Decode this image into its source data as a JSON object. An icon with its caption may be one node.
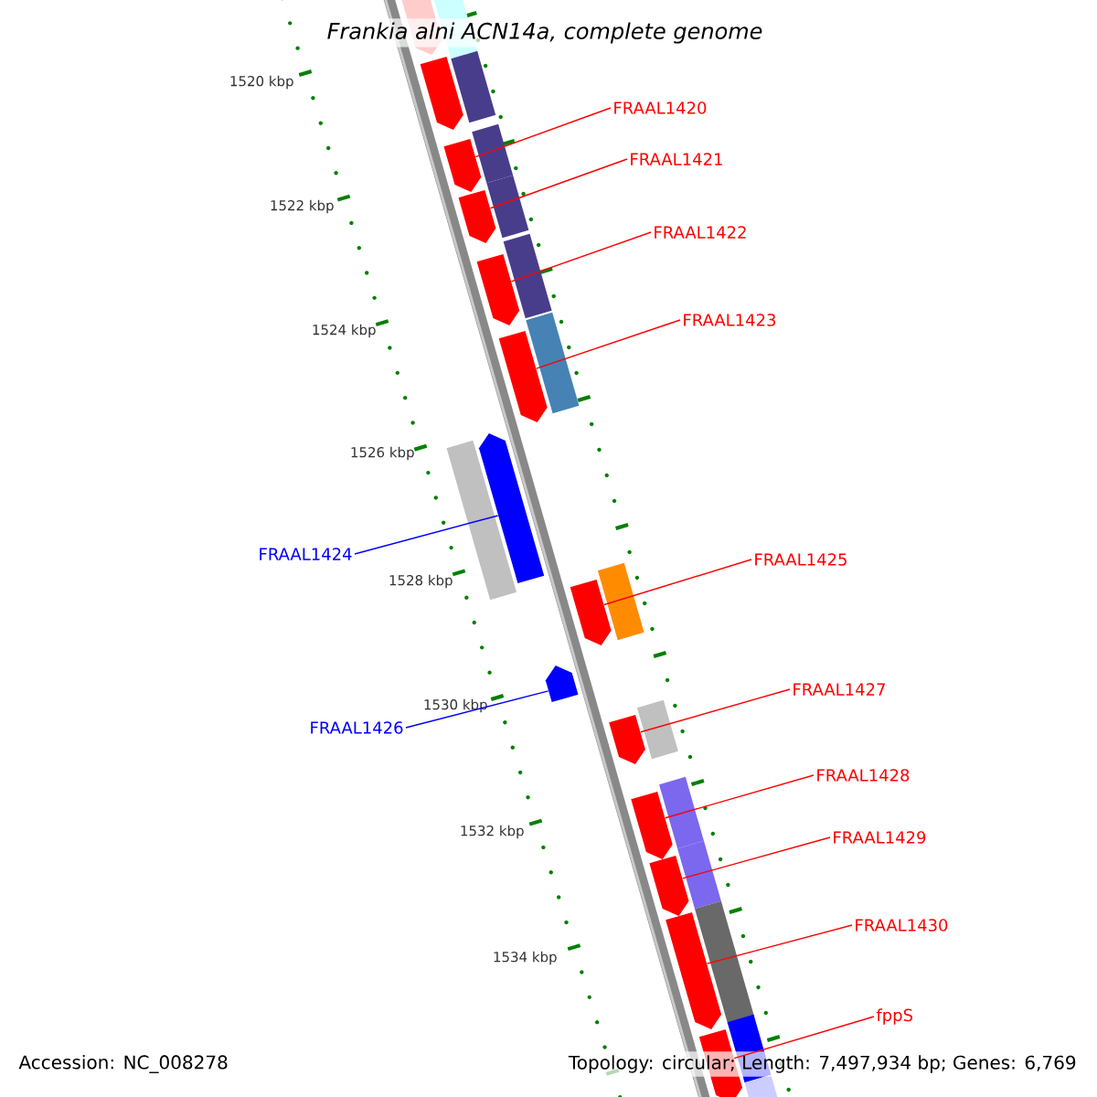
{
  "diagram": {
    "title": "Frankia alni ACN14a, complete genome",
    "nodes": [
      {
        "text": [
          "FRAAL1420"
        ]
      },
      {
        "text": [],
        "shape": "arrow"
      },
      {
        "text": [
          "FRAAL1421"
        ]
      },
      {
        "text": [],
        "shape": "arrow"
      },
      {
        "text": [
          "FRAAL1422"
        ]
      },
      {
        "text": [],
        "shape": "arrow"
      },
      {
        "text": [
          "FRAAL1423"
        ]
      },
      {
        "text": [],
        "shape": "arrow"
      },
      {
        "text": [
          "FRAAL1424"
        ]
      },
      {
        "text": [],
        "shape": "arrow"
      },
      {
        "text": [
          "FRAAL1425"
        ]
      },
      {
        "text": [],
        "shape": "arrow"
      },
      {
        "text": [
          "FRAAL1426"
        ]
      },
      {
        "text": [],
        "shape": "arrow"
      },
      {
        "text": [
          "FRAAL1427"
        ]
      },
      {
        "text": [],
        "shape": "arrow"
      },
      {
        "text": [
          "FRAAL1428"
        ]
      },
      {
        "text": [],
        "shape": "arrow"
      },
      {
        "text": [
          "FRAAL1429"
        ]
      },
      {
        "text": [],
        "shape": "arrow"
      },
      {
        "text": [
          "FRAAL1430"
        ]
      },
      {
        "text": [],
        "shape": "arrow"
      },
      {
        "text": [
          "fppS"
        ]
      },
      {
        "text": [],
        "shape": "arrow"
      },
      {
        "text": [],
        "shape": "arrow"
      },
      {
        "text": [],
        "shape": "box"
      }
    ],
    "edges": [
      {
        "from": 0,
        "to": 1,
        "arrow": "none"
      },
      {
        "from": 2,
        "to": 3,
        "arrow": "none"
      },
      {
        "from": 4,
        "to": 5,
        "arrow": "none"
      },
      {
        "from": 6,
        "to": 7,
        "arrow": "none"
      },
      {
        "from": 8,
        "to": 9,
        "arrow": "none",
        "color": "#0000ff"
      },
      {
        "from": 10,
        "to": 11,
        "arrow": "none"
      },
      {
        "from": 12,
        "to": 13,
        "arrow": "none",
        "color": "#0000ff"
      },
      {
        "from": 14,
        "to": 15,
        "arrow": "none"
      },
      {
        "from": 16,
        "to": 17,
        "arrow": "none"
      },
      {
        "from": 18,
        "to": 19,
        "arrow": "none"
      },
      {
        "from": 20,
        "to": 21,
        "arrow": "none"
      },
      {
        "from": 22,
        "to": 23,
        "arrow": "none"
      }
    ],
    "labels": [
      "1520 kbp",
      "1522 kbp",
      "1524 kbp",
      "1526 kbp",
      "1528 kbp",
      "1530 kbp",
      "1532 kbp",
      "1534 kbp",
      "Accession: NC_008278",
      "Topology: circular; Length: 7,497,934 bp; Genes: 6,769"
    ]
  }
}
